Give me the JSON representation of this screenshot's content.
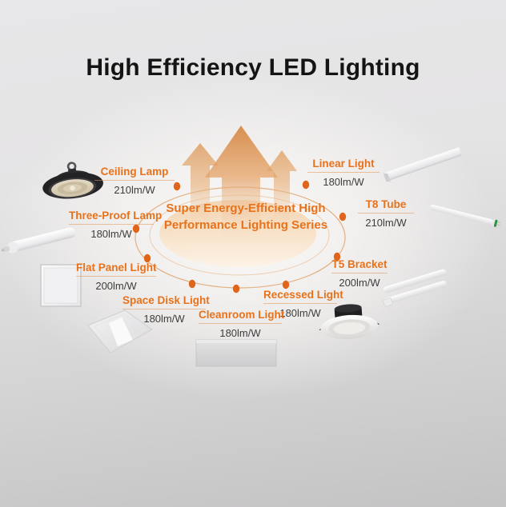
{
  "title": "High Efficiency LED Lighting",
  "center": {
    "line1": "Super Energy-Efficient High",
    "line2": "Performance Lighting Series"
  },
  "products": [
    {
      "id": "ceiling-lamp",
      "name": "Ceiling Lamp",
      "efficacy": "210lm/W"
    },
    {
      "id": "linear-light",
      "name": "Linear Light",
      "efficacy": "180lm/W"
    },
    {
      "id": "three-proof-lamp",
      "name": "Three-Proof Lamp",
      "efficacy": "180lm/W"
    },
    {
      "id": "t8-tube",
      "name": "T8 Tube",
      "efficacy": "210lm/W"
    },
    {
      "id": "flat-panel-light",
      "name": "Flat Panel Light",
      "efficacy": "200lm/W"
    },
    {
      "id": "t5-bracket",
      "name": "T5 Bracket",
      "efficacy": "200lm/W"
    },
    {
      "id": "space-disk-light",
      "name": "Space Disk Light",
      "efficacy": "180lm/W"
    },
    {
      "id": "recessed-light",
      "name": "Recessed Light",
      "efficacy": "180lm/W"
    },
    {
      "id": "cleanroom-light",
      "name": "Cleanroom Light",
      "efficacy": "180lm/W"
    }
  ],
  "colors": {
    "accent_orange": "#E8721B",
    "dot_orange": "#E0641A",
    "ring_orange": "#DFA069",
    "value_text": "#3D3D3D",
    "title_text": "#141414"
  }
}
